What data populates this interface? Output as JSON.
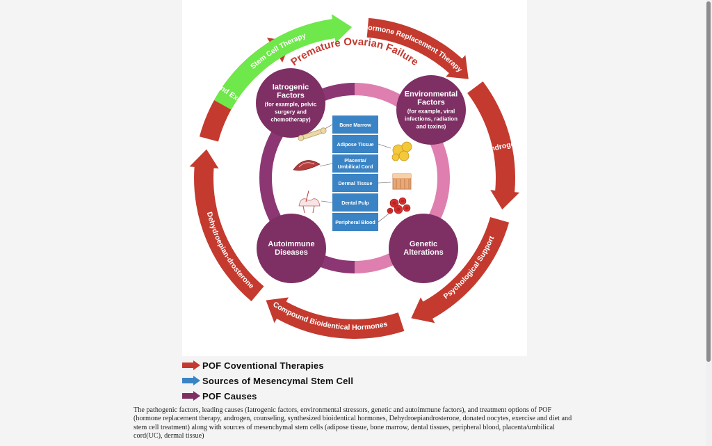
{
  "diagram": {
    "title": "Premature Ovarian Failure",
    "therapies": [
      "Hormone Replacement Therapy",
      "Androgen",
      "Psychological Support",
      "Compound Bioidentical Hormones",
      "Dehydroepian-drosterone",
      "Diet and Exercise"
    ],
    "stem_cell_therapy": "Stem Cell Therapy",
    "causes": [
      {
        "title": [
          "Iatrogenic",
          "Factors"
        ],
        "detail": [
          "(for example, pelvic",
          "surgery and",
          "chemotherapy)"
        ]
      },
      {
        "title": [
          "Environmental",
          "Factors"
        ],
        "detail": [
          "(for example, viral",
          "infections, radiation",
          "and toxins)"
        ]
      },
      {
        "title": [
          "Autoimmune",
          "Diseases"
        ],
        "detail": []
      },
      {
        "title": [
          "Genetic",
          "Alterations"
        ],
        "detail": []
      }
    ],
    "stem_cell_sources": [
      [
        "Bone Marrow"
      ],
      [
        "Adipose Tissue"
      ],
      [
        "Placenta/",
        "Umbilical Cord"
      ],
      [
        "Dermal Tissue"
      ],
      [
        "Dental Pulp"
      ],
      [
        "Peripheral Blood"
      ]
    ],
    "colors": {
      "therapy_arrow": "#c43a2f",
      "stem_cell_arrow": "#6ee84a",
      "cause_circle": "#7e2f64",
      "ring_pink": "#de7fb0",
      "ring_purple": "#8c3773",
      "source_box": "#3a83c4"
    }
  },
  "legend": [
    {
      "label": "POF Coventional Therapies",
      "color": "#c43a2f",
      "icon": "right-arrow-icon"
    },
    {
      "label": "Sources of Mesencymal Stem Cell",
      "color": "#3a83c4",
      "icon": "right-arrow-icon"
    },
    {
      "label": "POF Causes",
      "color": "#7e2f64",
      "icon": "right-arrow-icon"
    }
  ],
  "caption": "The pathogenic factors, leading causes (Iatrogenic factors, environmental stressors, genetic and autoimmune factors), and treatment options of POF (hormone replacement therapy, androgen, counseling, synthesized bioidentical hormones, Dehydroepiandrosterone, donated oocytes, exercise and diet and stem cell treatment) along with sources of mesenchymal stem cells (adipose tissue, bone marrow, dental tissues, peripheral blood, placenta/umbilical cord(UC), dermal tissue)"
}
